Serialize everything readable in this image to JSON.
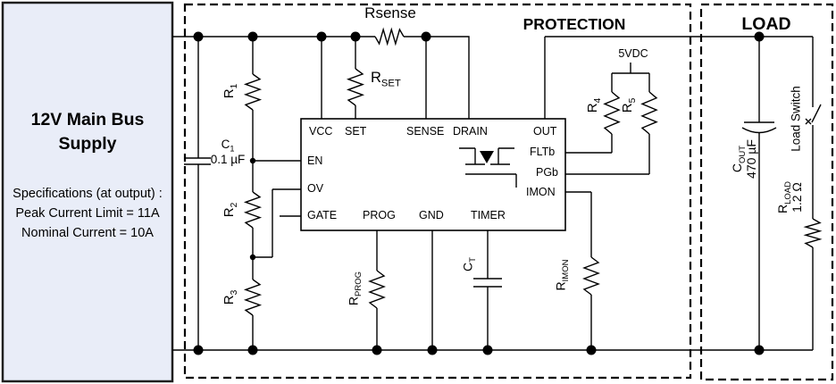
{
  "colors": {
    "supply_fill": "#e9edf8",
    "wire": "#000000"
  },
  "supply": {
    "title_line1": "12V Main Bus",
    "title_line2": "Supply",
    "specs": [
      "Specifications (at output) :",
      "Peak Current Limit = 11A",
      "Nominal Current = 10A"
    ]
  },
  "protection": {
    "title": "PROTECTION",
    "rsense_label": "Rsense",
    "supply_5v": "5VDC",
    "r1": {
      "name": "R",
      "sub": "1"
    },
    "r2": {
      "name": "R",
      "sub": "2"
    },
    "r3": {
      "name": "R",
      "sub": "3"
    },
    "r4": {
      "name": "R",
      "sub": "4"
    },
    "r5": {
      "name": "R",
      "sub": "5"
    },
    "rset": {
      "name": "R",
      "sub": "SET"
    },
    "c1": {
      "name": "C",
      "sub": "1",
      "value": "0.1 µF"
    },
    "rprog": {
      "name": "R",
      "sub": "PROG"
    },
    "ct": {
      "name": "C",
      "sub": "T"
    },
    "rimon": {
      "name": "R",
      "sub": "IMON"
    },
    "ic_pins": {
      "vcc": "VCC",
      "set": "SET",
      "sense": "SENSE",
      "drain": "DRAIN",
      "out": "OUT",
      "fltb": "FLTb",
      "pgb": "PGb",
      "imon": "IMON",
      "en": "EN",
      "ov": "OV",
      "gate": "GATE",
      "prog": "PROG",
      "gnd": "GND",
      "timer": "TIMER"
    }
  },
  "load": {
    "title": "LOAD",
    "cout": {
      "name": "C",
      "sub": "OUT",
      "value": "470 µF"
    },
    "switch_label": "Load Switch",
    "rload": {
      "name": "R",
      "sub": "LOAD",
      "value": "1.2 Ω"
    }
  }
}
